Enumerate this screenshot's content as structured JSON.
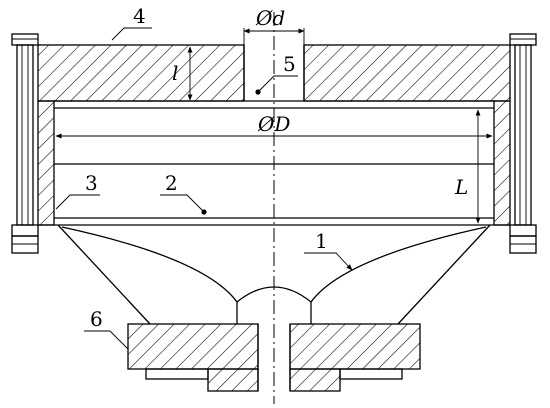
{
  "labels": {
    "part_1": "1",
    "part_2": "2",
    "part_3": "3",
    "part_4": "4",
    "part_5": "5",
    "part_6": "6"
  },
  "dimensions": {
    "small_diameter": "Ød",
    "small_length": "l",
    "large_diameter": "ØD",
    "large_length": "L"
  },
  "colors": {
    "line": "#000000",
    "background": "#ffffff"
  }
}
